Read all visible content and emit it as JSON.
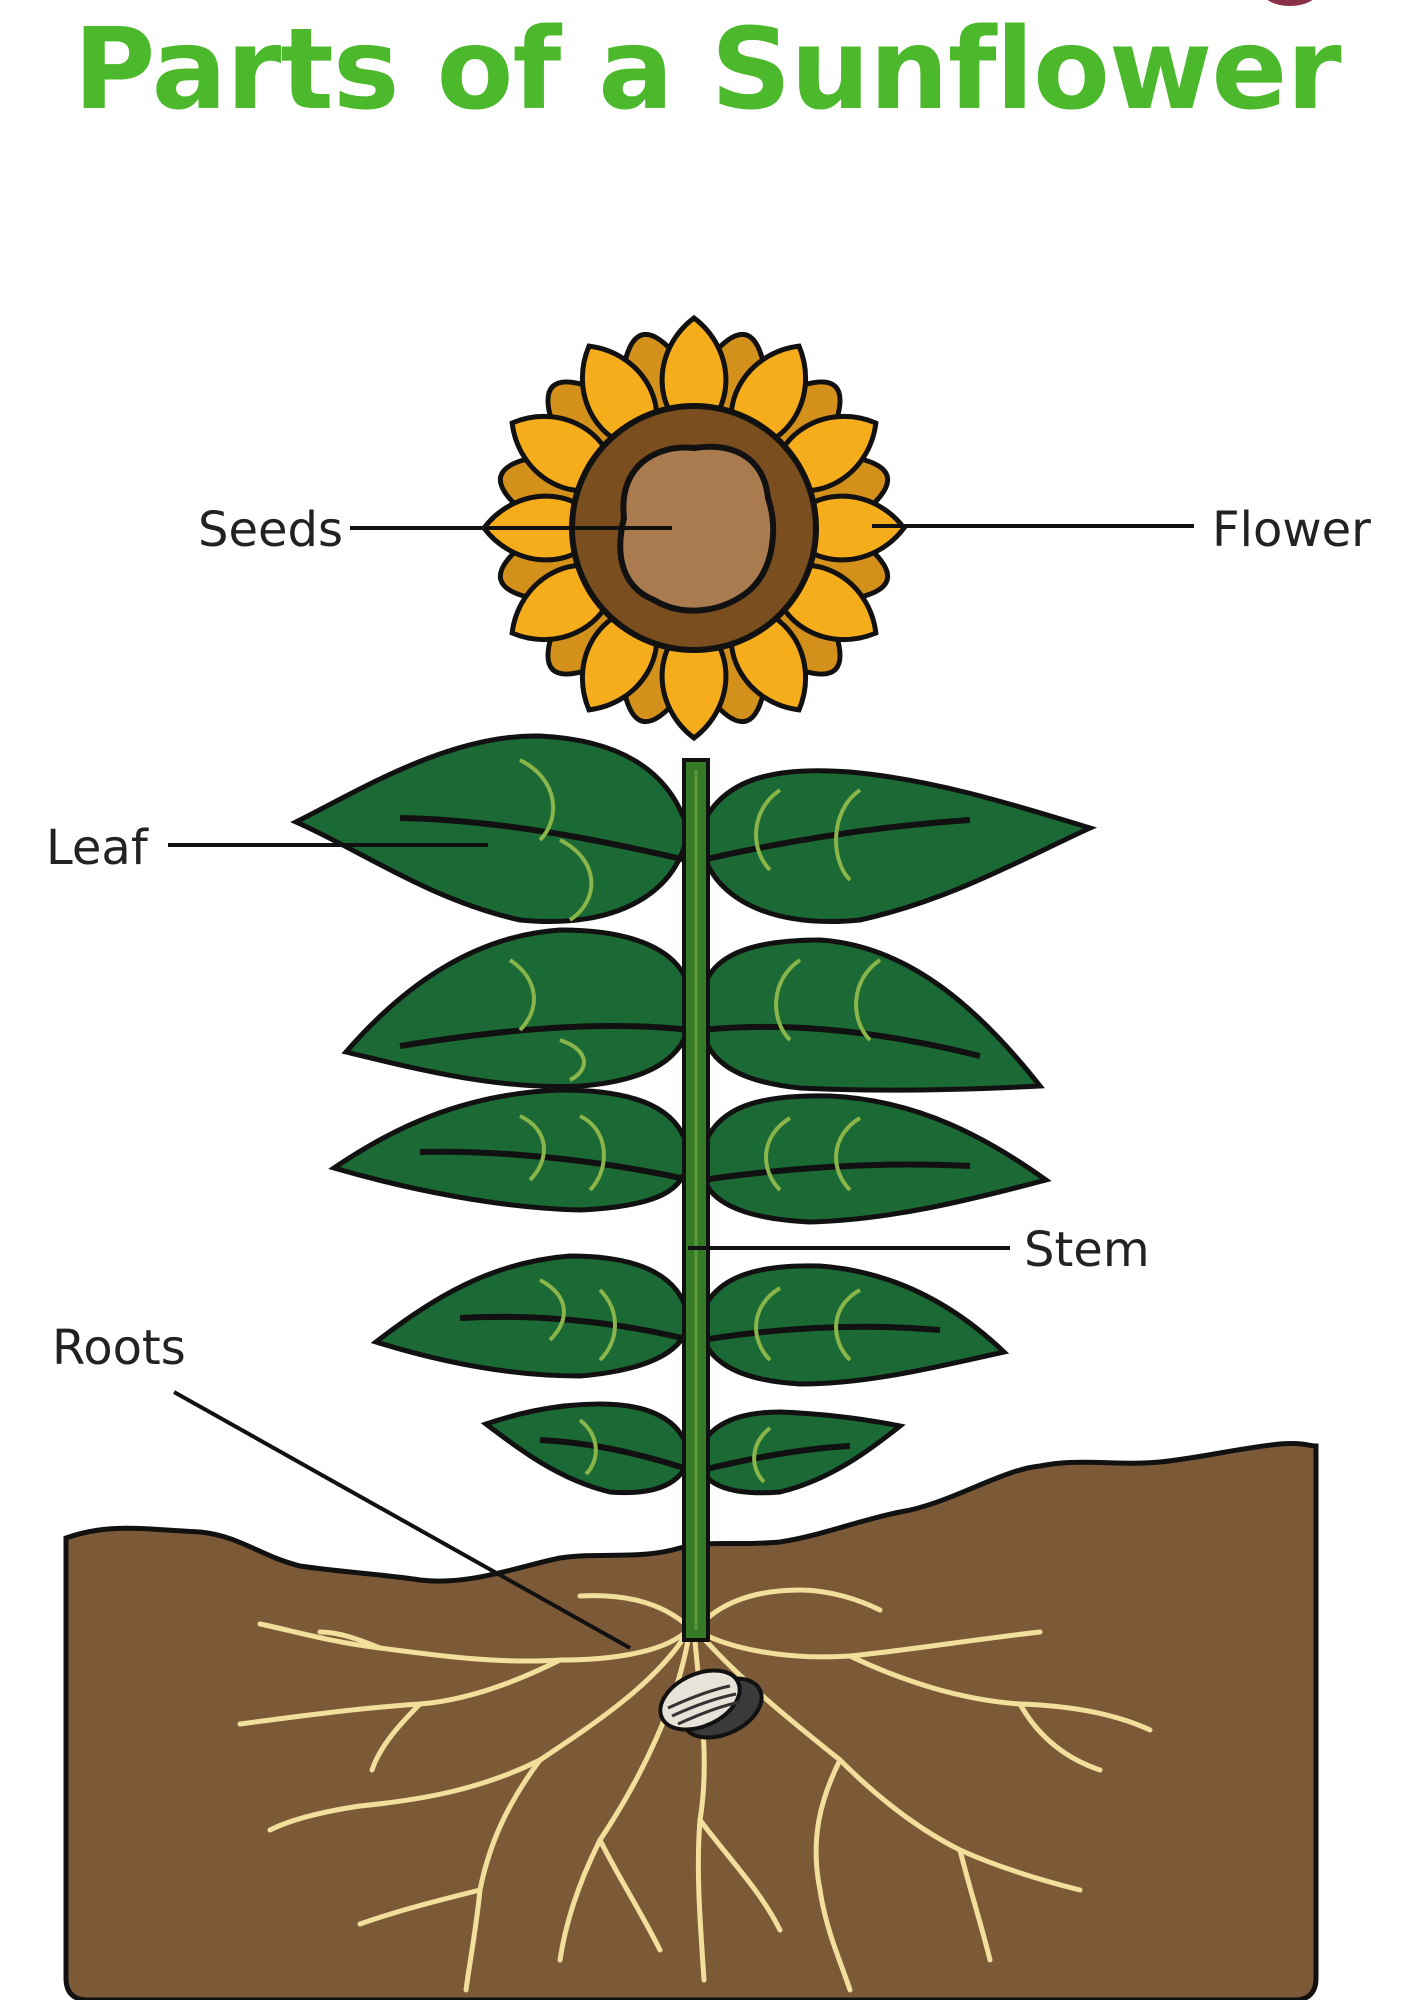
{
  "title": "Parts of a Sunflower",
  "labels": {
    "seeds": "Seeds",
    "flower": "Flower",
    "leaf": "Leaf",
    "stem": "Stem",
    "roots": "Roots"
  },
  "colors": {
    "title": "#4cb92c",
    "petal": "#f6ad1c",
    "petal_back": "#d3901a",
    "flower_center_outer": "#7a4e1f",
    "flower_center_inner": "#a97b4f",
    "leaf": "#1b6a35",
    "leaf_vein": "#8ab54a",
    "stem": "#357a24",
    "soil": "#7c5a38",
    "roots": "#f3df9c",
    "outline": "#111111"
  }
}
